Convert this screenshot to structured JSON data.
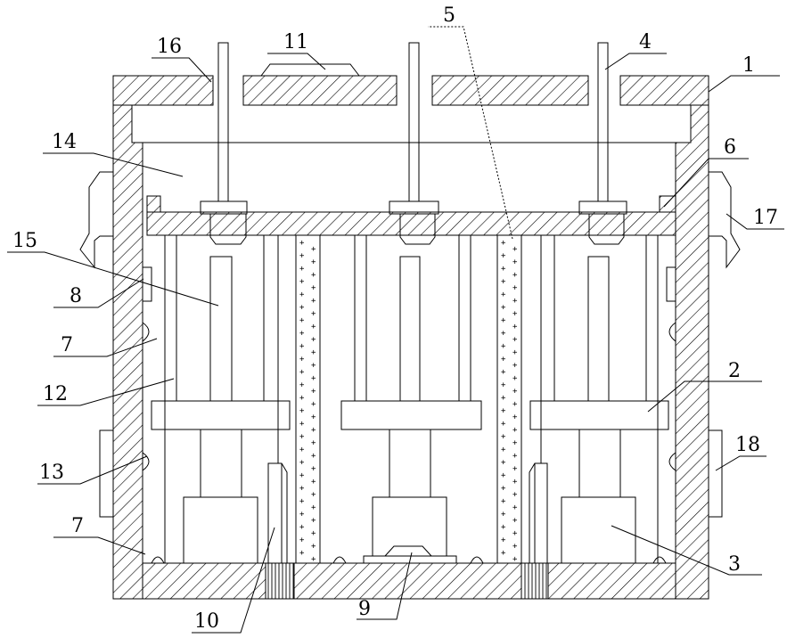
{
  "labels": {
    "l1": "1",
    "l2": "2",
    "l3": "3",
    "l4": "4",
    "l5": "5",
    "l6": "6",
    "l7a": "7",
    "l7b": "7",
    "l8": "8",
    "l9": "9",
    "l10": "10",
    "l11": "11",
    "l12": "12",
    "l13": "13",
    "l14": "14",
    "l15": "15",
    "l16": "16",
    "l17": "17",
    "l18": "18"
  },
  "colors": {
    "line": "#000000",
    "background": "#ffffff"
  }
}
